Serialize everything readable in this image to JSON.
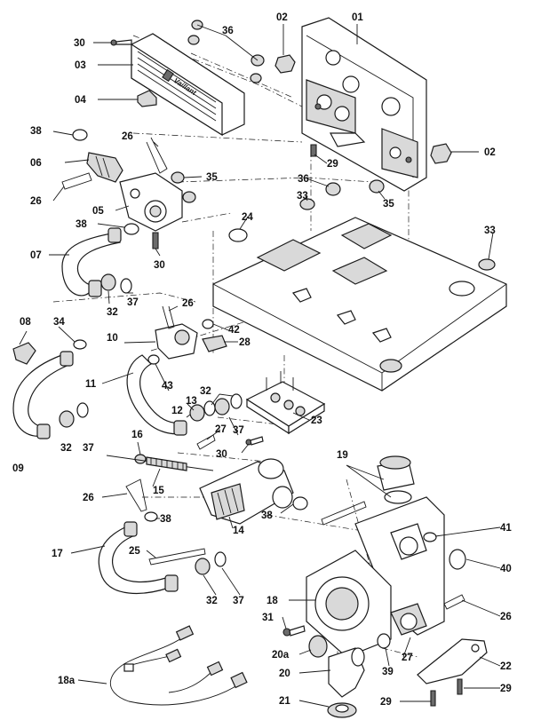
{
  "brand": "Vaillant",
  "labels": {
    "p01": "01",
    "p02a": "02",
    "p02b": "02",
    "p03": "03",
    "p04": "04",
    "p05": "05",
    "p06": "06",
    "p07": "07",
    "p08": "08",
    "p09": "09",
    "p10": "10",
    "p11": "11",
    "p12": "12",
    "p13": "13",
    "p14": "14",
    "p15": "15",
    "p16": "16",
    "p17": "17",
    "p18": "18",
    "p18a": "18a",
    "p19": "19",
    "p20": "20",
    "p20a": "20a",
    "p21": "21",
    "p22": "22",
    "p23": "23",
    "p24": "24",
    "p25": "25",
    "p26a": "26",
    "p26b": "26",
    "p26c": "26",
    "p26d": "26",
    "p26e": "26",
    "p27a": "27",
    "p27b": "27",
    "p28": "28",
    "p29a": "29",
    "p29b": "29",
    "p29c": "29",
    "p30a": "30",
    "p30b": "30",
    "p30c": "30",
    "p31": "31",
    "p32a": "32",
    "p32b": "32",
    "p32c": "32",
    "p32d": "32",
    "p33a": "33",
    "p33b": "33",
    "p34": "34",
    "p35a": "35",
    "p35b": "35",
    "p36a": "36",
    "p36b": "36",
    "p37a": "37",
    "p37b": "37",
    "p37c": "37",
    "p37d": "37",
    "p38a": "38",
    "p38b": "38",
    "p38c": "38",
    "p38d": "38",
    "p39": "39",
    "p40": "40",
    "p41": "41",
    "p42": "42",
    "p43": "43"
  }
}
